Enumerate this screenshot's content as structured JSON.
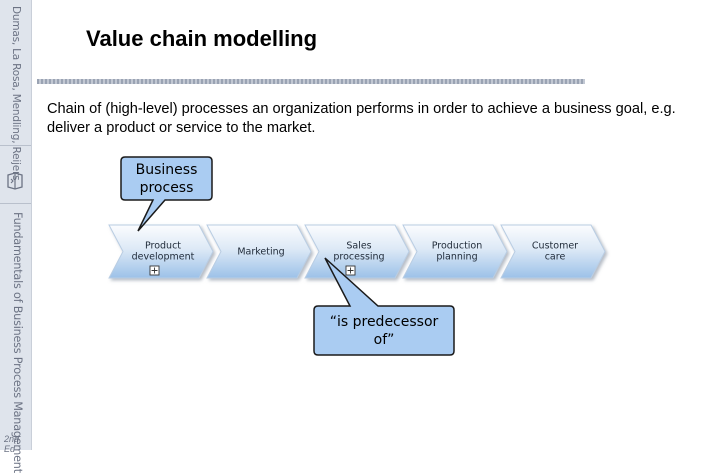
{
  "sidebar": {
    "top_label": "Dumas, La Rosa, Mendling, Reijers",
    "mid_label": "Fundamentals of Business Process Management",
    "edition": "2nd Ed"
  },
  "slide": {
    "title": "Value chain modelling",
    "body": "Chain of (high-level) processes an organization performs in order to achieve a business goal, e.g. deliver a product or service to the market."
  },
  "diagram": {
    "steps": [
      {
        "line1": "Product",
        "line2": "development",
        "has_subprocess": true
      },
      {
        "line1": "Marketing",
        "line2": "",
        "has_subprocess": false
      },
      {
        "line1": "Sales",
        "line2": "processing",
        "has_subprocess": true
      },
      {
        "line1": "Production",
        "line2": "planning",
        "has_subprocess": false
      },
      {
        "line1": "Customer",
        "line2": "care",
        "has_subprocess": false
      }
    ],
    "callout_business": {
      "line1": "Business",
      "line2": "process"
    },
    "callout_predecessor": {
      "line1": "“is predecessor",
      "line2": "of”"
    }
  },
  "colors": {
    "chevron_top": "#fbfcfe",
    "chevron_bottom": "#9cc1e8",
    "callout_fill": "#aaccf2",
    "callout_stroke": "#1a1a1a"
  }
}
